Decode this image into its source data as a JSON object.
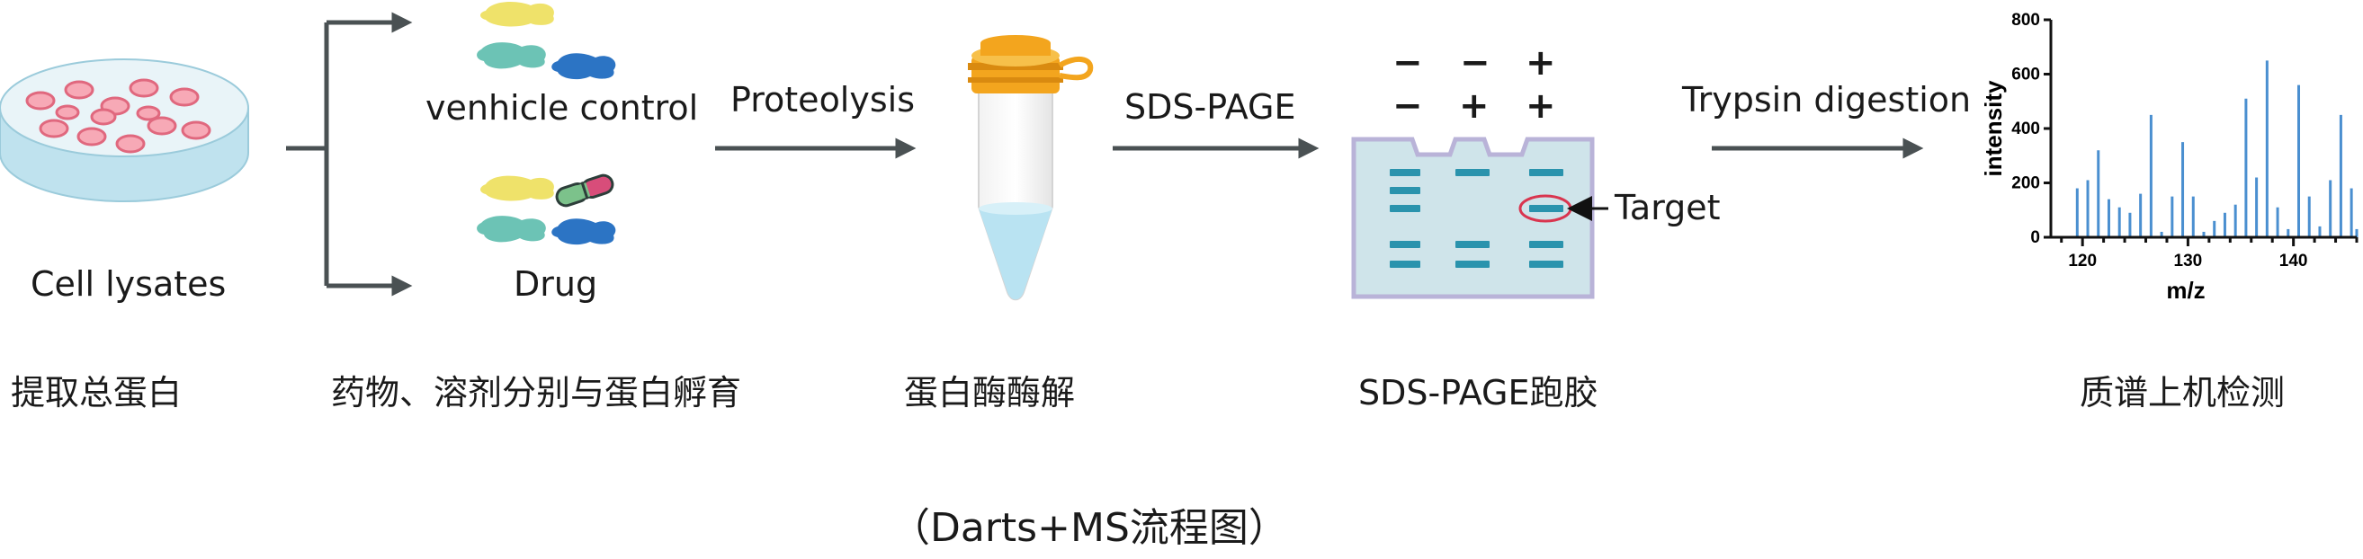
{
  "labels": {
    "cell_lysates": "Cell lysates",
    "vehicle_control": "venhicle control",
    "drug": "Drug",
    "proteolysis": "Proteolysis",
    "sds_page": "SDS-PAGE",
    "trypsin": "Trypsin digestion",
    "target": "Target"
  },
  "gel_lane_signs": {
    "top_row": [
      "−",
      "−",
      "+"
    ],
    "bottom_row": [
      "−",
      "+",
      "+"
    ]
  },
  "steps_zh": [
    "提取总蛋白",
    "药物、溶剂分别与蛋白孵育",
    "蛋白酶酶解",
    "SDS-PAGE跑胶",
    "质谱上机检测"
  ],
  "caption": "（Darts+MS流程图）",
  "colors": {
    "arrow": "#4a5153",
    "gel": "#cfe4ea",
    "gel_border": "#b9b3d8",
    "band": "#2a93ad",
    "tube_cap": "#f3a51e",
    "spectrum": "#4a8fd0"
  },
  "chart_data": {
    "type": "bar",
    "xlabel": "m/z",
    "ylabel": "intensity",
    "xlim": [
      117,
      146
    ],
    "ylim": [
      0,
      800
    ],
    "xticks": [
      120,
      130,
      140
    ],
    "yticks": [
      0,
      200,
      400,
      600,
      800
    ],
    "series": [
      {
        "x": [
          119.5,
          120.5,
          121.5,
          122.5,
          123.5,
          124.5,
          125.5,
          126.5,
          127.5,
          128.5,
          129.5,
          130.5,
          131.5,
          132.5,
          133.5,
          134.5,
          135.5,
          136.5,
          137.5,
          138.5,
          139.5,
          140.5,
          141.5,
          142.5,
          143.5,
          144.5,
          145.5,
          146.0
        ],
        "values": [
          180,
          210,
          320,
          140,
          110,
          90,
          160,
          450,
          20,
          150,
          350,
          150,
          20,
          60,
          90,
          120,
          510,
          220,
          650,
          110,
          30,
          560,
          150,
          40,
          210,
          450,
          180,
          30
        ]
      }
    ]
  }
}
